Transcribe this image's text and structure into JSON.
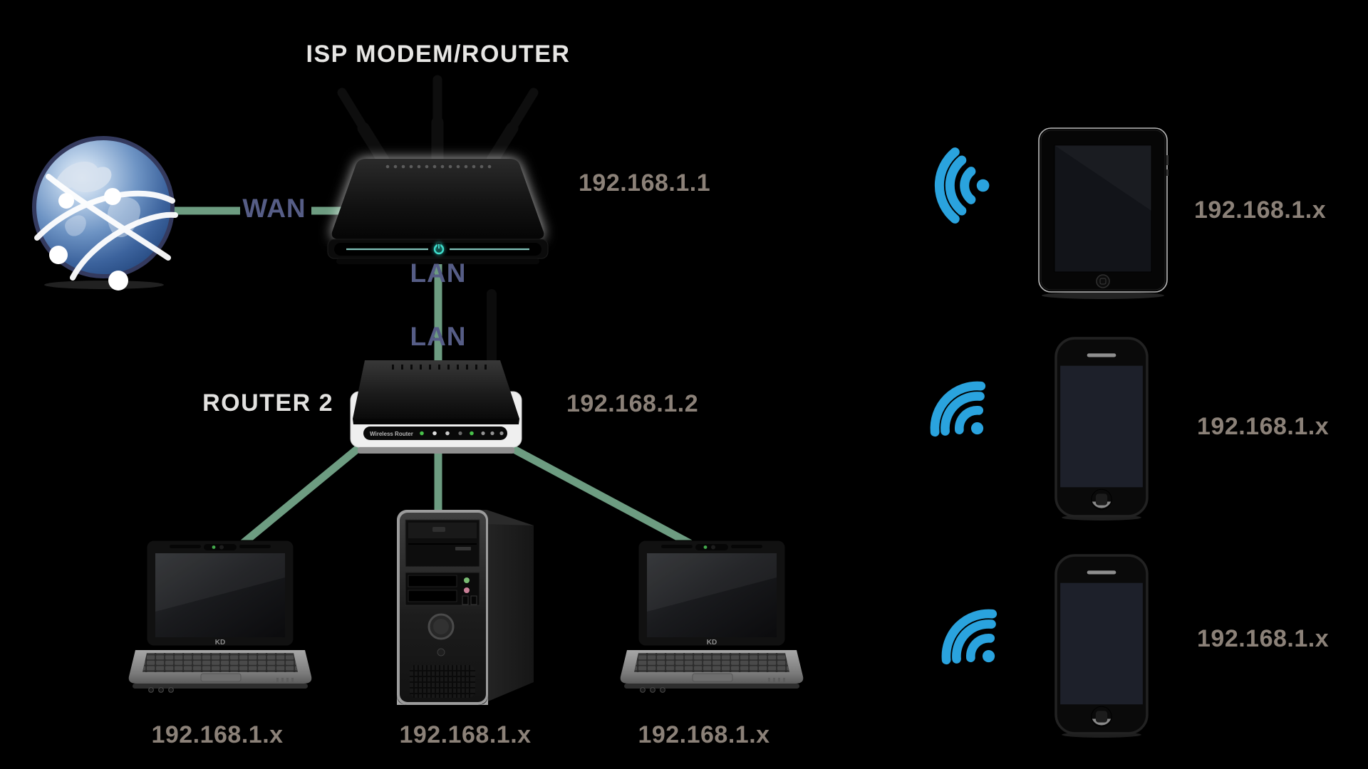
{
  "title": "ISP MODEM/ROUTER",
  "routers": {
    "isp_modem_router": {
      "ip": "192.168.1.1"
    },
    "router2": {
      "label": "ROUTER 2",
      "ip": "192.168.1.2",
      "panel_text": "Wireless Router"
    }
  },
  "links": {
    "wan": "WAN",
    "lan_top": "LAN",
    "lan_bottom": "LAN"
  },
  "internet": {
    "icon": "globe-internet"
  },
  "wired_devices": [
    {
      "type": "laptop",
      "ip": "192.168.1.x",
      "logo": "KD"
    },
    {
      "type": "desktop",
      "ip": "192.168.1.x"
    },
    {
      "type": "laptop",
      "ip": "192.168.1.x",
      "logo": "KD"
    }
  ],
  "wireless_devices": [
    {
      "type": "tablet",
      "ip": "192.168.1.x"
    },
    {
      "type": "smartphone",
      "ip": "192.168.1.x"
    },
    {
      "type": "smartphone",
      "ip": "192.168.1.x"
    }
  ],
  "colors": {
    "background": "#000000",
    "link_green": "#6d9c81",
    "label_blue": "#565d86",
    "ip_gray": "#8b8178",
    "heading_gray": "#e7e6e4",
    "wifi_blue": "#2aa3de",
    "led_teal": "#3fdccb"
  }
}
